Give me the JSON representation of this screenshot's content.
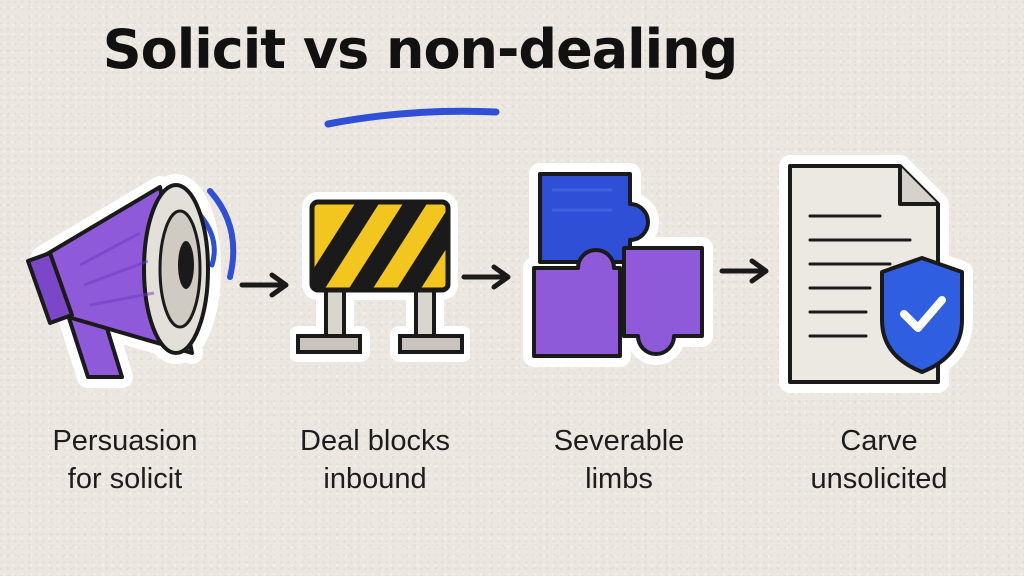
{
  "title": "Solicit vs non-dealing",
  "colors": {
    "purple": "#8f5ad9",
    "blue": "#2f4fd6",
    "yellow": "#f3c51f",
    "ink": "#1a1a1a",
    "background": "#ece8e1"
  },
  "steps": [
    {
      "icon": "megaphone-icon",
      "line1": "Persuasion",
      "line2": "for solicit"
    },
    {
      "icon": "barrier-icon",
      "line1": "Deal blocks",
      "line2": "inbound"
    },
    {
      "icon": "puzzle-pieces-icon",
      "line1": "Severable",
      "line2": "limbs"
    },
    {
      "icon": "document-shield-icon",
      "line1": "Carve",
      "line2": "unsolicited"
    }
  ]
}
